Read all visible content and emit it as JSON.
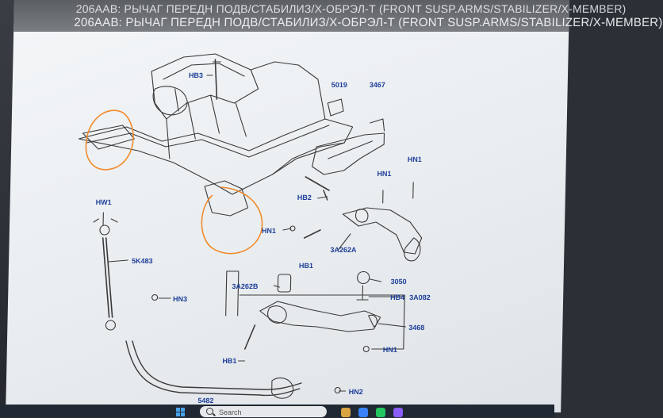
{
  "window": {
    "title_top": "206AAB: РЫЧАГ ПЕРЕДН ПОДВ/СТАБИЛИЗ/Х-ОБРЭЛ-Т (FRONT SUSP.ARMS/STABILIZER/X-MEMBER)",
    "title_main": "206AAB: РЫЧАГ ПЕРЕДН ПОДВ/СТАБИЛИЗ/Х-ОБРЭЛ-Т (FRONT SUSP.ARMS/STABILIZER/X-MEMBER)"
  },
  "diagram": {
    "callouts": {
      "hb3": "HB3",
      "p5019": "5019",
      "p3467": "3467",
      "hn1_a": "HN1",
      "hn1_b": "HN1",
      "hb2": "HB2",
      "hw1": "HW1",
      "hn1_c": "HN1",
      "p5k483": "5K483",
      "p3a262a": "3A262A",
      "hb1_a": "HB1",
      "p3a262b": "3A262B",
      "p3050": "3050",
      "hn3": "HN3",
      "hb4": "HB4",
      "p3a082": "3A082",
      "p3468": "3468",
      "hn1_d": "HN1",
      "hb1_b": "HB1",
      "hn2": "HN2",
      "p5482": "5482"
    },
    "colors": {
      "callout_text": "#1f3f9a",
      "line_art": "#3a3a3a",
      "highlight_circle": "#f08a2a"
    }
  },
  "taskbar": {
    "search_placeholder": "Search"
  }
}
